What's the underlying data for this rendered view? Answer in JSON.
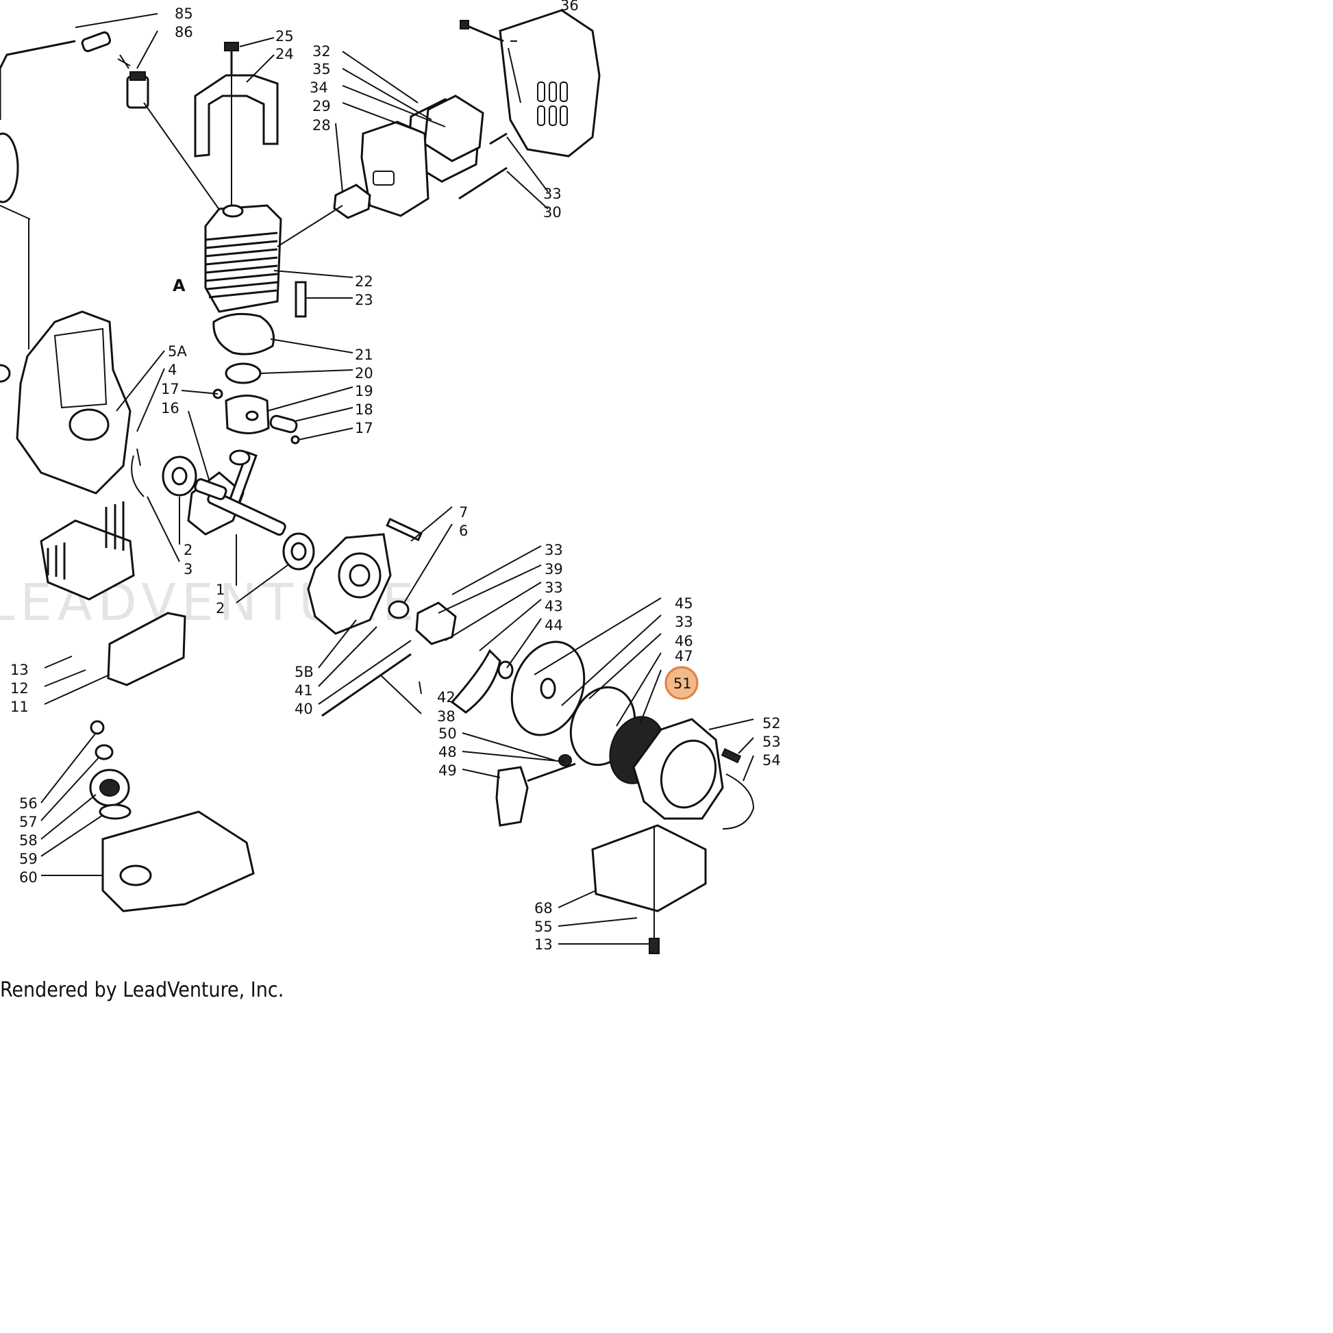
{
  "diagram": {
    "callouts": [
      "85",
      "86",
      "25",
      "24",
      "36",
      "32",
      "35",
      "34",
      "29",
      "28",
      "33",
      "30",
      "A",
      "22",
      "23",
      "21",
      "20",
      "19",
      "18",
      "17",
      "5A",
      "4",
      "16",
      "2",
      "3",
      "1",
      "7",
      "6",
      "39",
      "43",
      "44",
      "45",
      "46",
      "47",
      "51",
      "52",
      "53",
      "54",
      "5B",
      "41",
      "40",
      "42",
      "38",
      "50",
      "48",
      "49",
      "13",
      "12",
      "11",
      "56",
      "57",
      "58",
      "59",
      "60",
      "68",
      "55"
    ],
    "highlighted_callout": "51",
    "highlight_color": "#f2b27c",
    "highlight_border": "#d9742f"
  },
  "watermark": "LEADVENTURE",
  "footer": "Rendered by LeadVenture, Inc."
}
